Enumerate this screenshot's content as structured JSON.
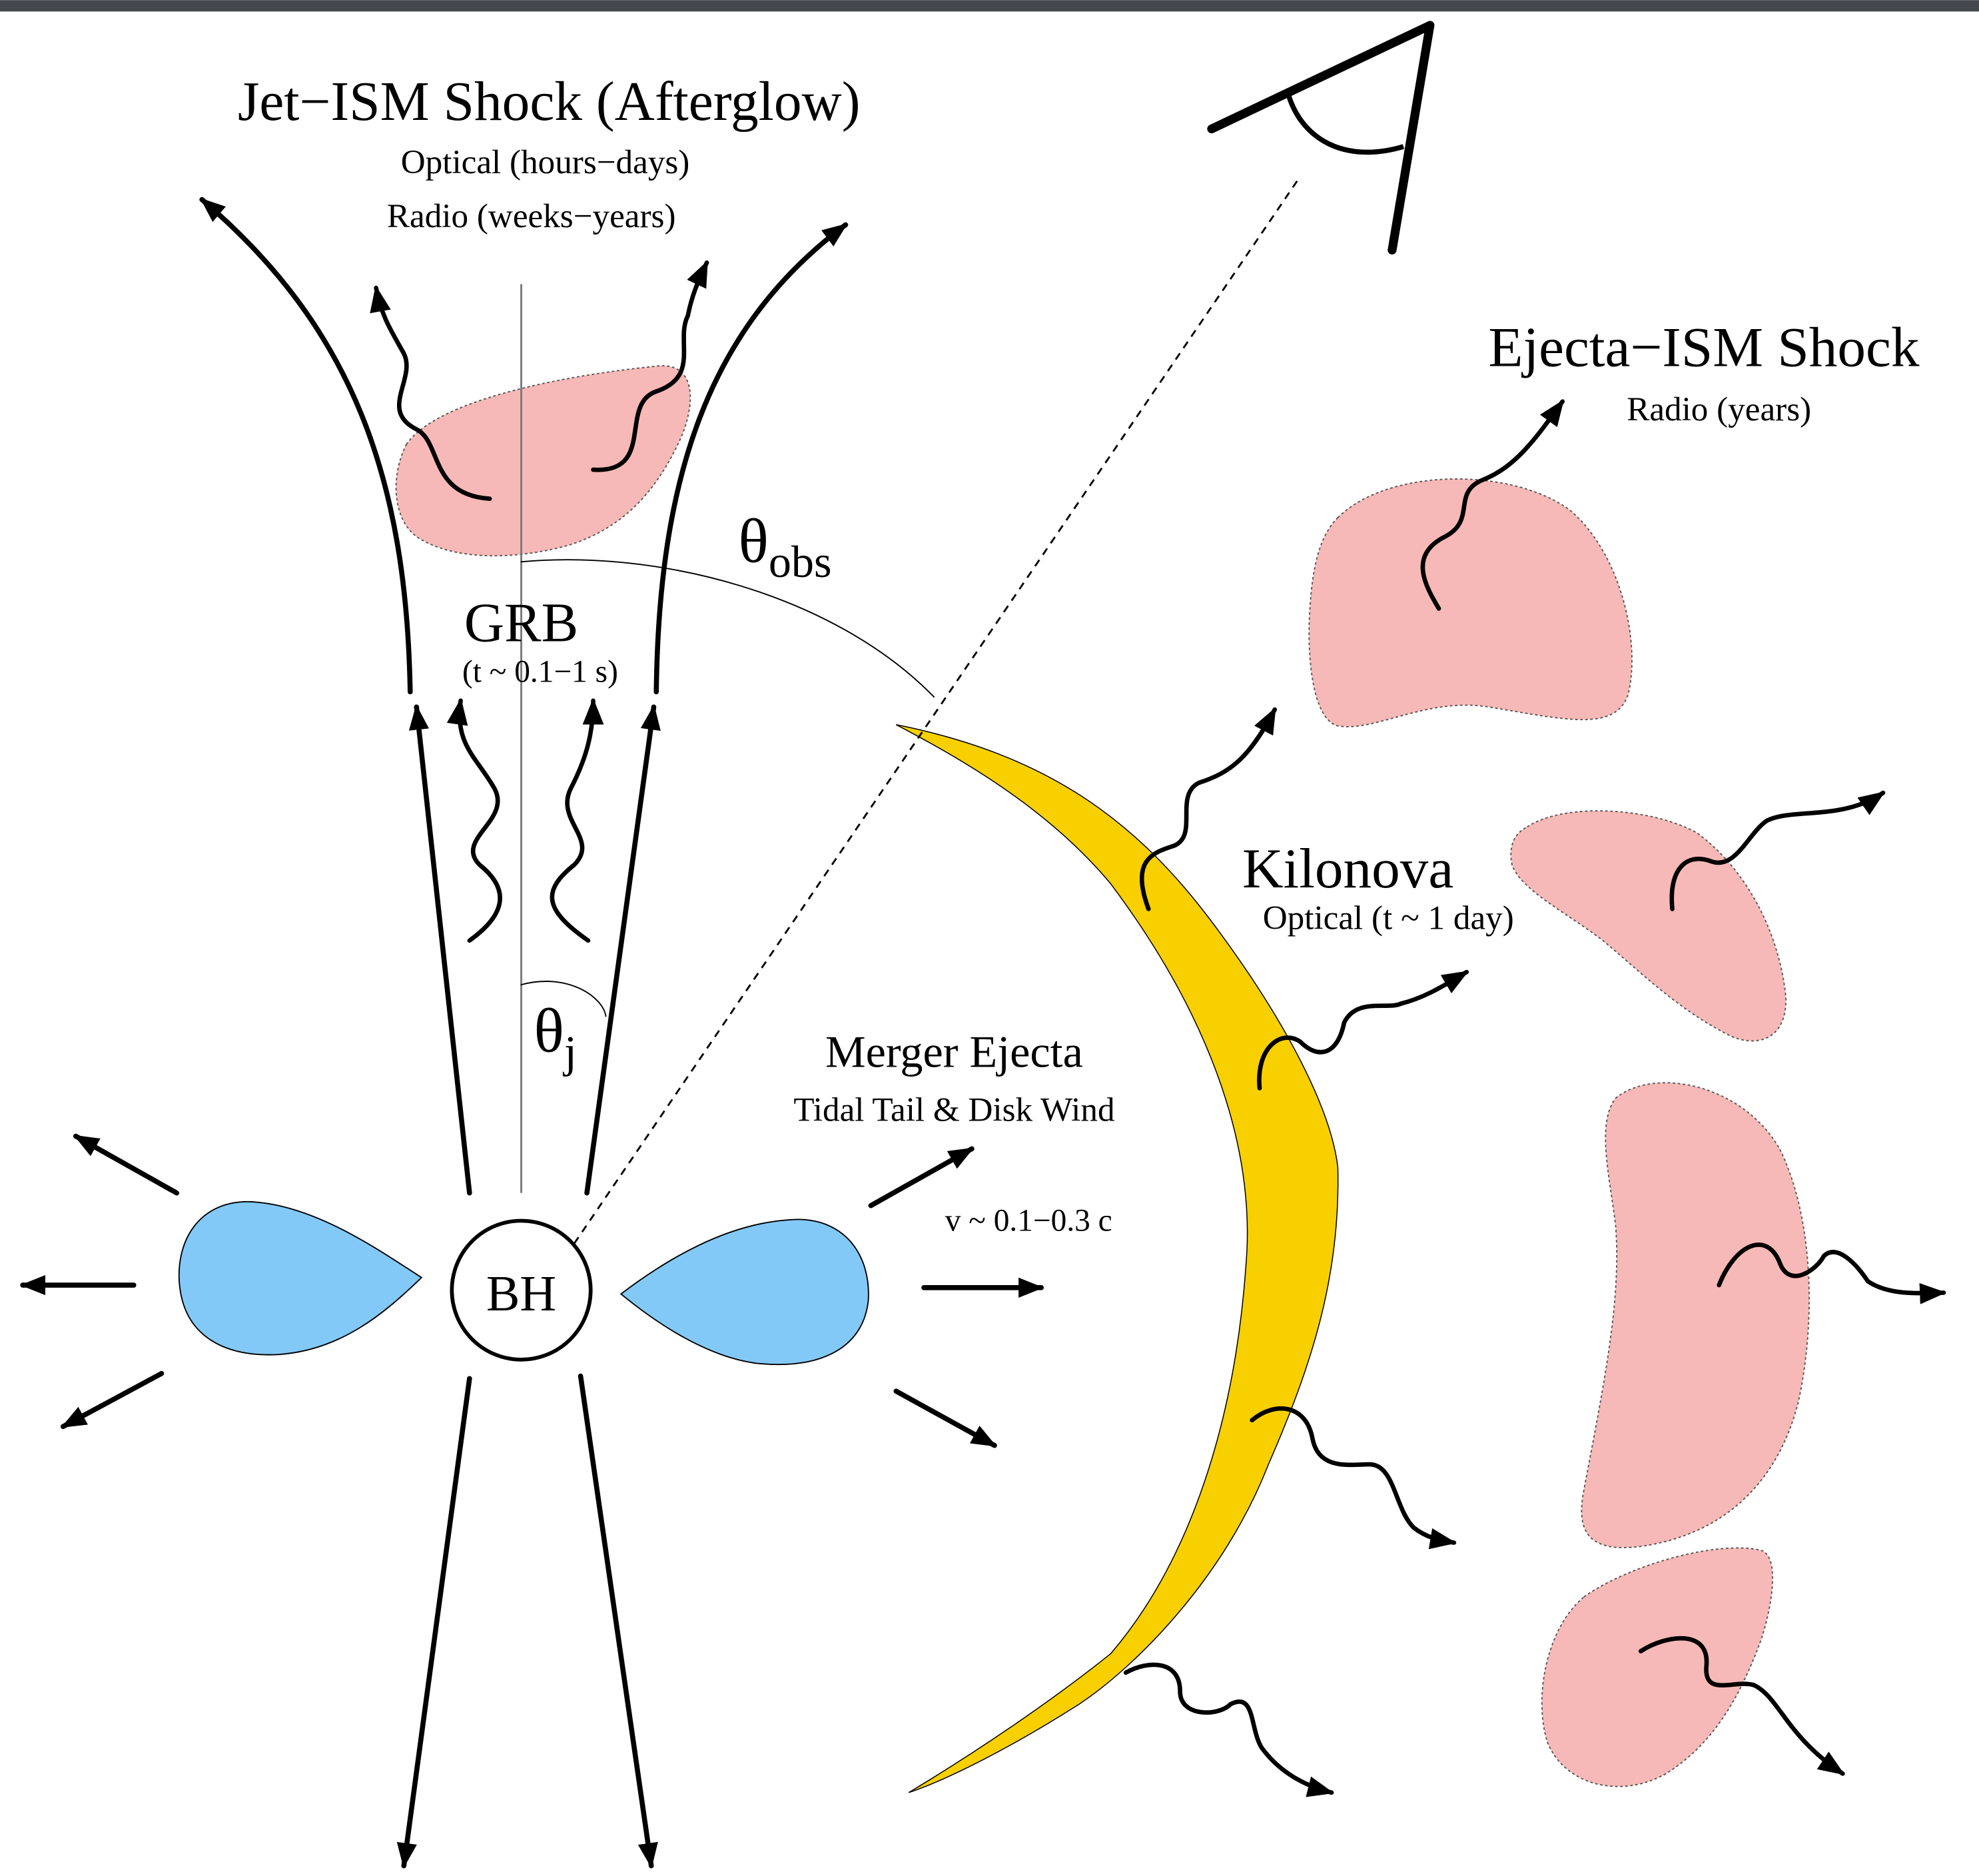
{
  "colors": {
    "frame_bar": "#43474e",
    "background": "#ffffff",
    "afterglow_fill": "#f7b9b7",
    "ejecta_ism_fill": "#f7b9b7",
    "kilonova_fill": "#f8d000",
    "disk_fill": "#83c9f7",
    "ink": "#000000"
  },
  "labels": {
    "afterglow_title": "Jet−ISM Shock (Afterglow)",
    "afterglow_optical": "Optical (hours−days)",
    "afterglow_radio": "Radio (weeks−years)",
    "ejecta_ism_title": "Ejecta−ISM Shock",
    "ejecta_ism_radio": "Radio (years)",
    "theta_obs_symbol": "θ",
    "theta_obs_sub": "obs",
    "grb_title": "GRB",
    "grb_time": "(t ~ 0.1−1 s)",
    "kilonova_title": "Kilonova",
    "kilonova_optical": "Optical (t ~ 1 day)",
    "theta_j_symbol": "θ",
    "theta_j_sub": "j",
    "merger_title": "Merger Ejecta",
    "merger_sub": "Tidal Tail & Disk Wind",
    "velocity": "v ~ 0.1−0.3 c",
    "black_hole": "BH"
  },
  "icons": {
    "observer": "eye-icon"
  }
}
